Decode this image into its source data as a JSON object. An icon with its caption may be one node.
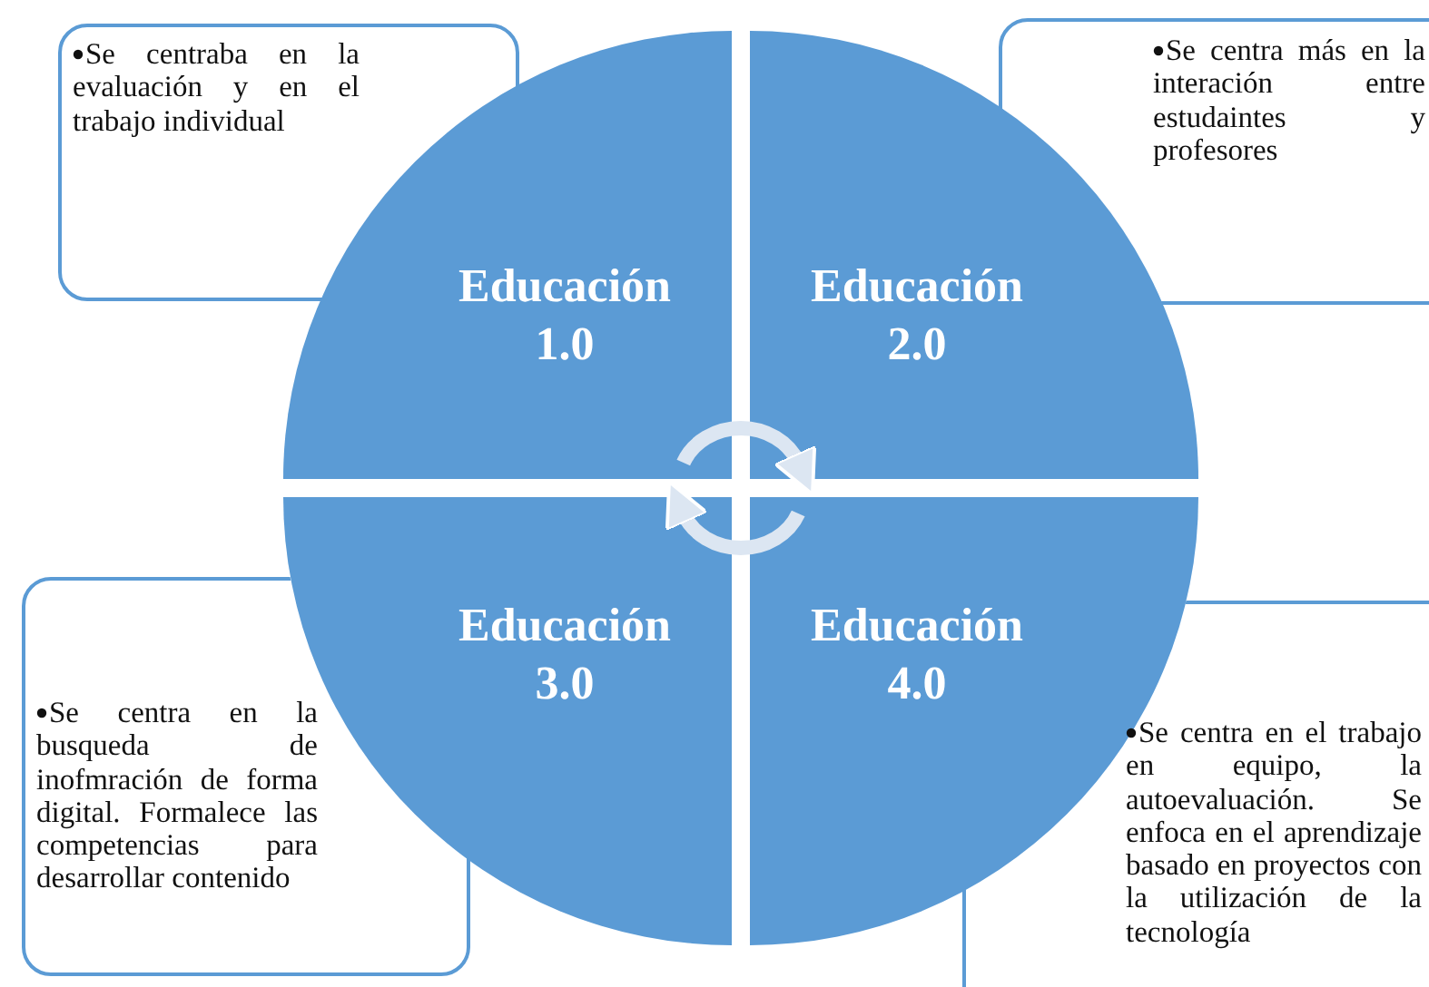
{
  "diagram": {
    "nodes": [
      {
        "text": [
          "Se centraba en la evaluación y en el trabajo individual"
        ]
      },
      {
        "text": [
          "Se centra más en la interación entre estudaintes y profesores"
        ]
      },
      {
        "text": [
          "Educación 1.0"
        ]
      },
      {
        "text": [
          "Educación 2.0"
        ]
      },
      {
        "text": [
          "Educación 3.0"
        ]
      },
      {
        "text": [
          "Educación 4.0"
        ]
      },
      {
        "text": [
          "Se centra en la busqueda de inofmración de forma digital. Formalece las competencias para desarrollar contenido"
        ]
      },
      {
        "text": [
          "Se centra en el trabajo en equipo, la autoevaluación. Se enfoca en el aprendizaje basado en proyectos con la utilización de la tecnología"
        ]
      }
    ],
    "edges": [
      {
        "from": 2,
        "to": 3,
        "arrow": "to"
      },
      {
        "from": 5,
        "to": 4,
        "arrow": "to"
      }
    ]
  }
}
